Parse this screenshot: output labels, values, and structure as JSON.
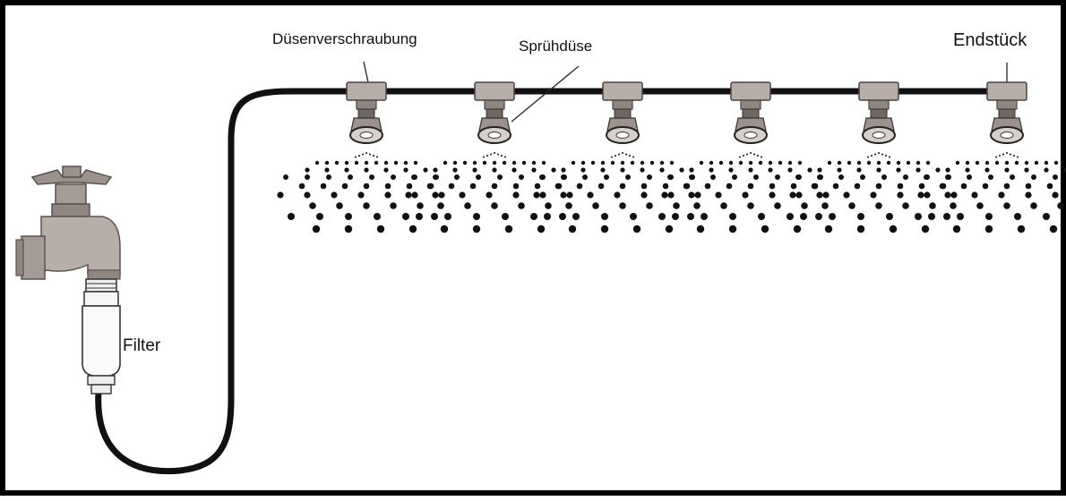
{
  "labels": {
    "nozzle_fitting": "Düsenverschraubung",
    "spray_nozzle": "Sprühdüse",
    "end_piece": "Endstück",
    "filter": "Filter"
  },
  "nozzle_count": 6,
  "colors": {
    "frame": "#000000",
    "hose": "#111111",
    "fitting": "#b7aeaa",
    "metal": "#8f8682",
    "spray": "#111111"
  }
}
